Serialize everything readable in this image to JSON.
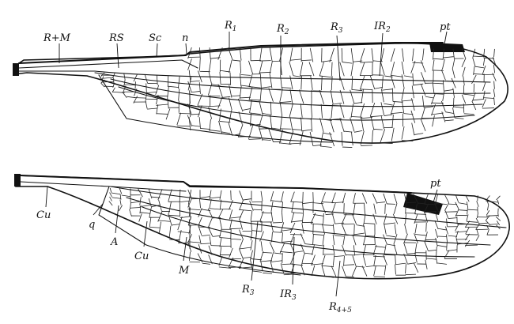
{
  "colors": {
    "ink": "#111111",
    "pterostigma": "#111111",
    "background": "#ffffff"
  },
  "upper_wing": {
    "labels": {
      "r_plus_m": "R+M",
      "rs": "RS",
      "sc": "Sc",
      "n": "n",
      "r1_main": "R",
      "r1_sub": "1",
      "r2_main": "R",
      "r2_sub": "2",
      "r3_main": "R",
      "r3_sub": "3",
      "ir2_main": "IR",
      "ir2_sub": "2",
      "pt": "pt"
    }
  },
  "lower_wing": {
    "labels": {
      "cu_left": "Cu",
      "q": "q",
      "a": "A",
      "cu_right": "Cu",
      "m": "M",
      "r3_main": "R",
      "r3_sub": "3",
      "ir3_main": "IR",
      "ir3_sub": "3",
      "r45_main": "R",
      "r45_sub": "4+5",
      "pt": "pt"
    }
  }
}
